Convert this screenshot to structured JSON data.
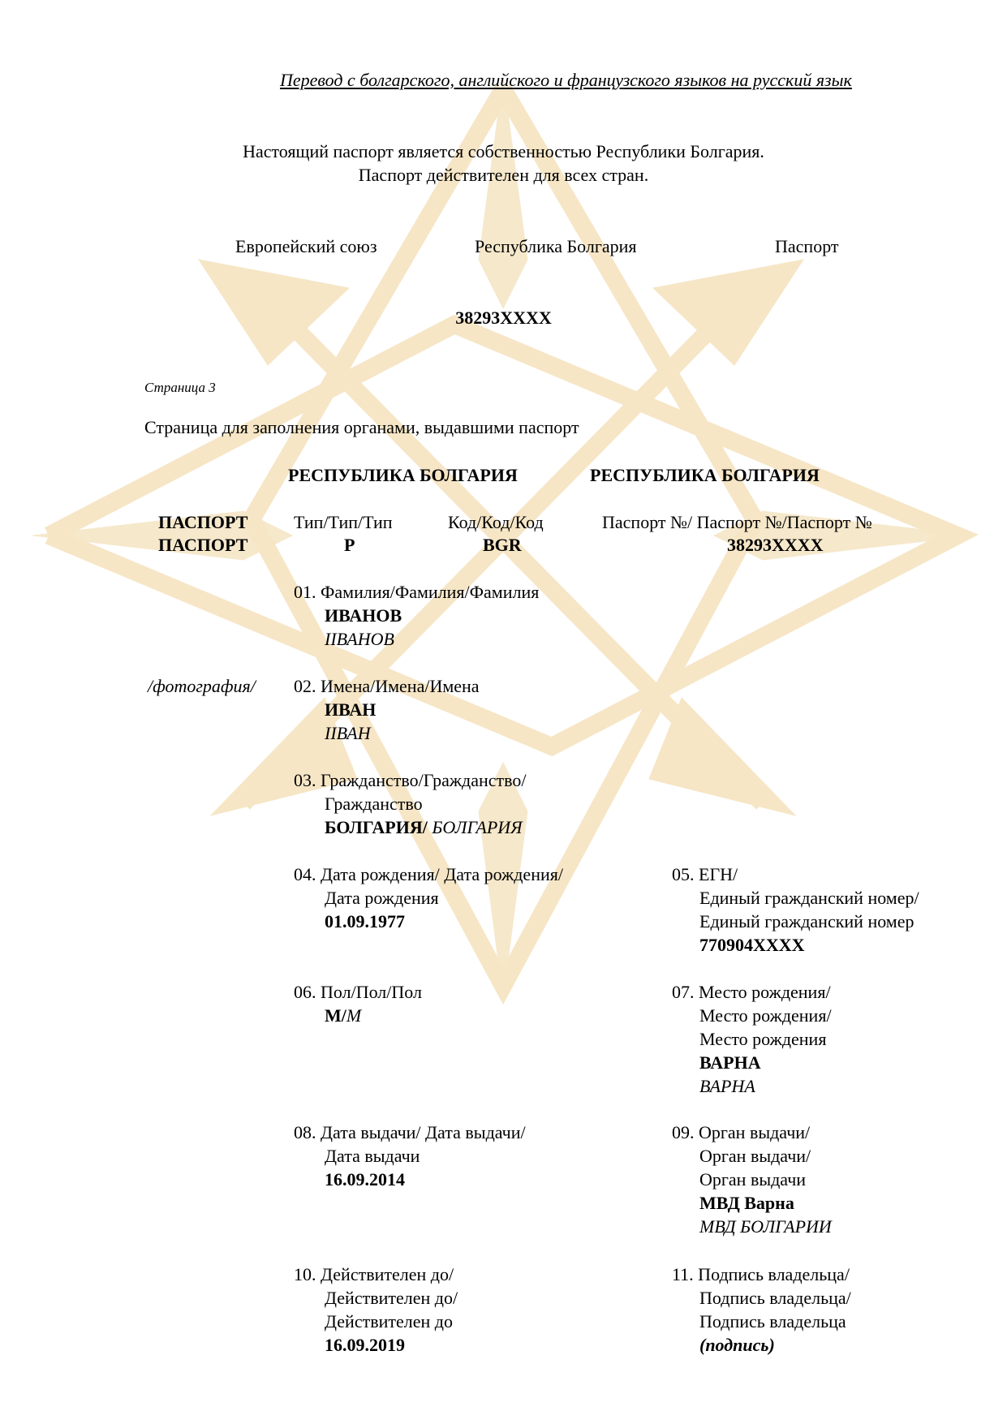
{
  "header": {
    "translation_note": "Перевод с болгарского, английского и французского языков на русский язык"
  },
  "intro": {
    "line1": "Настоящий паспорт является собственностью Республики Болгария.",
    "line2": "Паспорт действителен для всех стран."
  },
  "cover": {
    "eu": "Европейский союз",
    "republic": "Республика Болгария",
    "passport": "Паспорт",
    "number": "38293XXXX"
  },
  "page": {
    "label": "Страница 3",
    "title": "Страница для заполнения органами, выдавшими паспорт",
    "republic_left": "РЕСПУБЛИКА БОЛГАРИЯ",
    "republic_right": "РЕСПУБЛИКА БОЛГАРИЯ"
  },
  "doc_row": {
    "passport_label1": "ПАСПОРТ",
    "passport_label2": "ПАСПОРТ",
    "type_label": "Тип/Тип/Тип",
    "type_value": "P",
    "code_label": "Код/Код/Код",
    "code_value": "BGR",
    "number_label": "Паспорт №/ Паспорт №/Паспорт №",
    "number_value": "38293XXXX"
  },
  "photo_label": "/фотография/",
  "fields": {
    "f01": {
      "label": "01. Фамилия/Фамилия/Фамилия",
      "value": "ИВАНОВ",
      "value_latin": "IIВАНОВ"
    },
    "f02": {
      "label": "02. Имена/Имена/Имена",
      "value": "ИВАН",
      "value_latin": "IIВАН"
    },
    "f03": {
      "label1": "03. Гражданство/Гражданство/",
      "label2": "Гражданство",
      "value": "БОЛГАРИЯ/",
      "value_latin": "БОЛГАРИЯ"
    },
    "f04": {
      "label1": "04. Дата рождения/ Дата рождения/",
      "label2": "Дата рождения",
      "value": "01.09.1977"
    },
    "f05": {
      "label1": "05. ЕГН/",
      "label2": "Единый гражданский номер/",
      "label3": "Единый гражданский номер",
      "value": "770904XXXX"
    },
    "f06": {
      "label": "06. Пол/Пол/Пол",
      "value": "М/",
      "value_latin": "M"
    },
    "f07": {
      "label1": "07. Место рождения/",
      "label2": "Место рождения/",
      "label3": "Место рождения",
      "value": "ВАРНА",
      "value_latin": "ВАРНА"
    },
    "f08": {
      "label1": "08. Дата выдачи/ Дата выдачи/",
      "label2": "Дата выдачи",
      "value": "16.09.2014"
    },
    "f09": {
      "label1": "09. Орган выдачи/",
      "label2": "Орган выдачи/",
      "label3": "Орган выдачи",
      "value": "МВД Варна",
      "value_latin": "МВД БОЛГАРИИ"
    },
    "f10": {
      "label1": "10. Действителен до/",
      "label2": "Действителен до/",
      "label3": "Действителен до",
      "value": "16.09.2019"
    },
    "f11": {
      "label1": "11. Подпись владельца/",
      "label2": "Подпись владельца/",
      "label3": "Подпись владельца",
      "value": "(подпись)"
    }
  },
  "watermark_color": "#f6e6c6"
}
